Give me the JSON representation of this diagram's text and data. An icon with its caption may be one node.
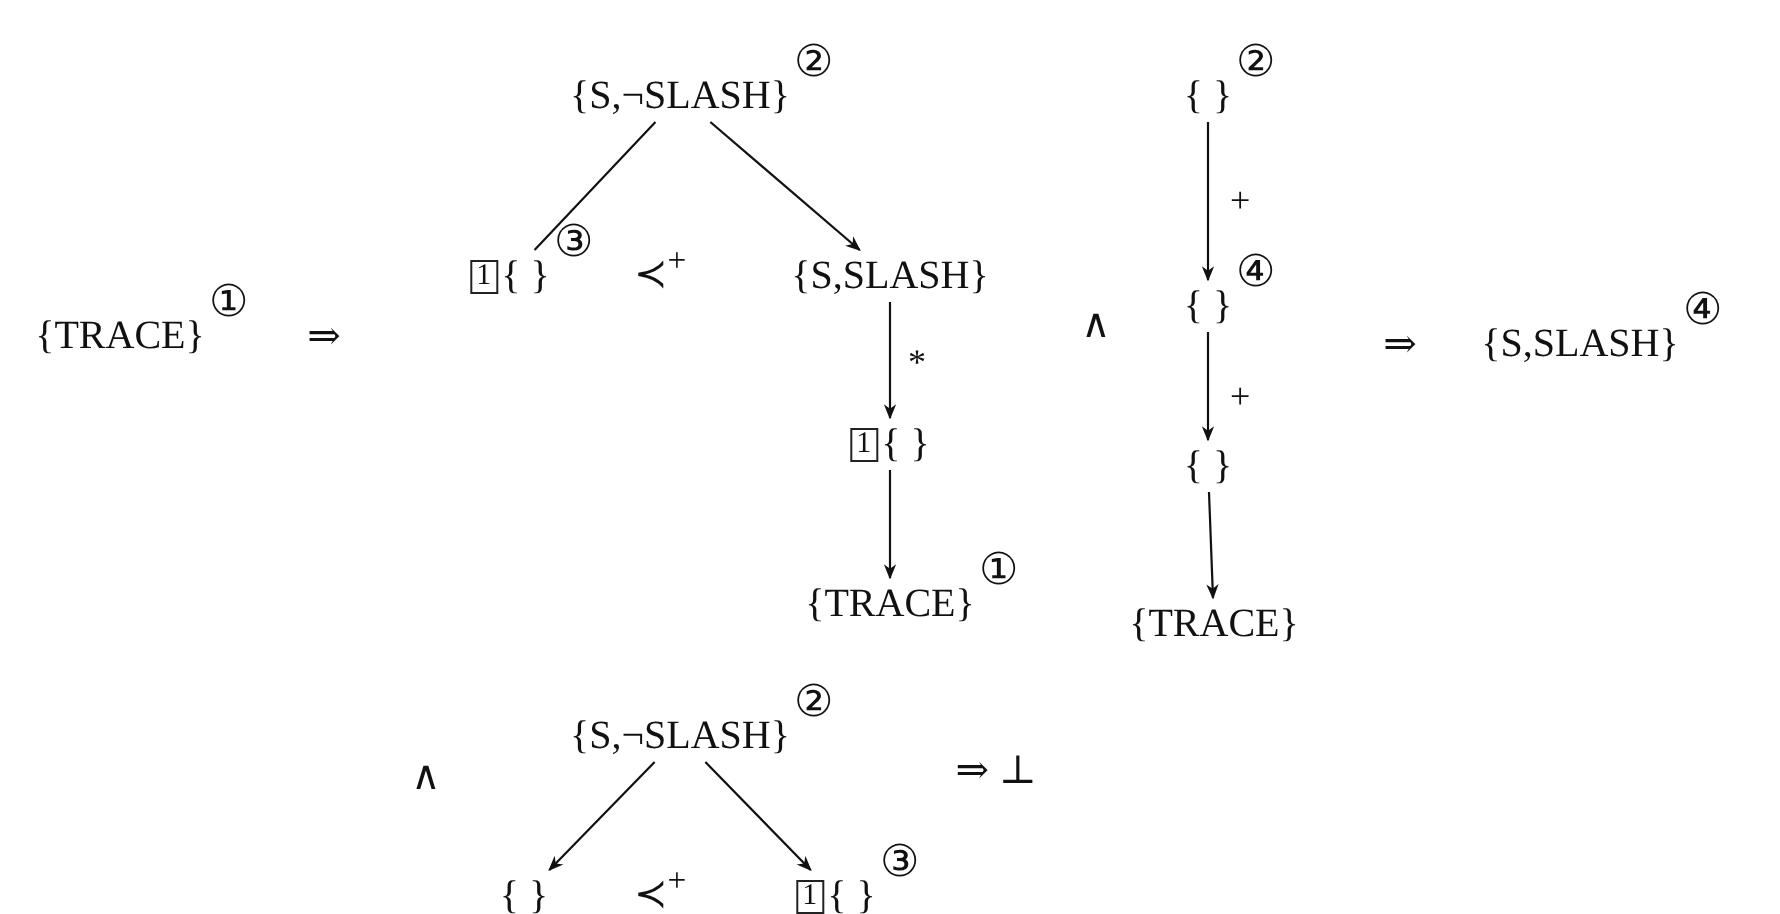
{
  "diagram": {
    "nodes": [
      {
        "text": [
          "{TRACE}"
        ],
        "beside": [
          "①"
        ]
      },
      {
        "text": [
          "{S,¬SLASH}"
        ],
        "beside": [
          "②"
        ]
      },
      {
        "text": [
          "1",
          "{ }"
        ],
        "beside": [
          "③"
        ]
      },
      {
        "text": [
          "{S,SLASH}"
        ]
      },
      {
        "text": [
          "1",
          "{ }"
        ]
      },
      {
        "text": [
          "{TRACE}"
        ],
        "beside": [
          "①"
        ]
      },
      {
        "text": [
          "{ }"
        ],
        "beside": [
          "②"
        ]
      },
      {
        "text": [
          "{ }"
        ],
        "beside": [
          "④"
        ]
      },
      {
        "text": [
          "{ }"
        ]
      },
      {
        "text": [
          "{TRACE}"
        ]
      },
      {
        "text": [
          "{S,SLASH}"
        ],
        "beside": [
          "④"
        ]
      },
      {
        "text": [
          "{S,¬SLASH}"
        ],
        "beside": [
          "②"
        ]
      },
      {
        "text": [
          "{ }"
        ]
      },
      {
        "text": [
          "1",
          "{ }"
        ],
        "beside": [
          "③"
        ]
      }
    ],
    "edges": [
      {
        "from": 1,
        "to": 2,
        "arrow": "none"
      },
      {
        "from": 1,
        "to": 3,
        "arrow": "to"
      },
      {
        "from": 3,
        "to": 4,
        "arrow": "to",
        "label": "*"
      },
      {
        "from": 4,
        "to": 5,
        "arrow": "to"
      },
      {
        "from": 6,
        "to": 7,
        "arrow": "to",
        "label": "+"
      },
      {
        "from": 7,
        "to": 8,
        "arrow": "to",
        "label": "+"
      },
      {
        "from": 8,
        "to": 9,
        "arrow": "to"
      },
      {
        "from": 11,
        "to": 12,
        "arrow": "to"
      },
      {
        "from": 11,
        "to": 13,
        "arrow": "to"
      }
    ],
    "labels": [
      "⇒",
      "≺$^{+}$",
      "∧",
      "⇒",
      "∧",
      "≺$^{+}$",
      "⇒ ⊥"
    ]
  }
}
